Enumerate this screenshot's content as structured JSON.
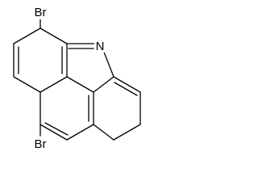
{
  "molecule": {
    "atoms": {
      "bromine_top": "Br",
      "nitrogen": "N",
      "bromine_bottom": "Br"
    }
  },
  "colors": {
    "background": "#ffffff",
    "ink": "#000000"
  }
}
